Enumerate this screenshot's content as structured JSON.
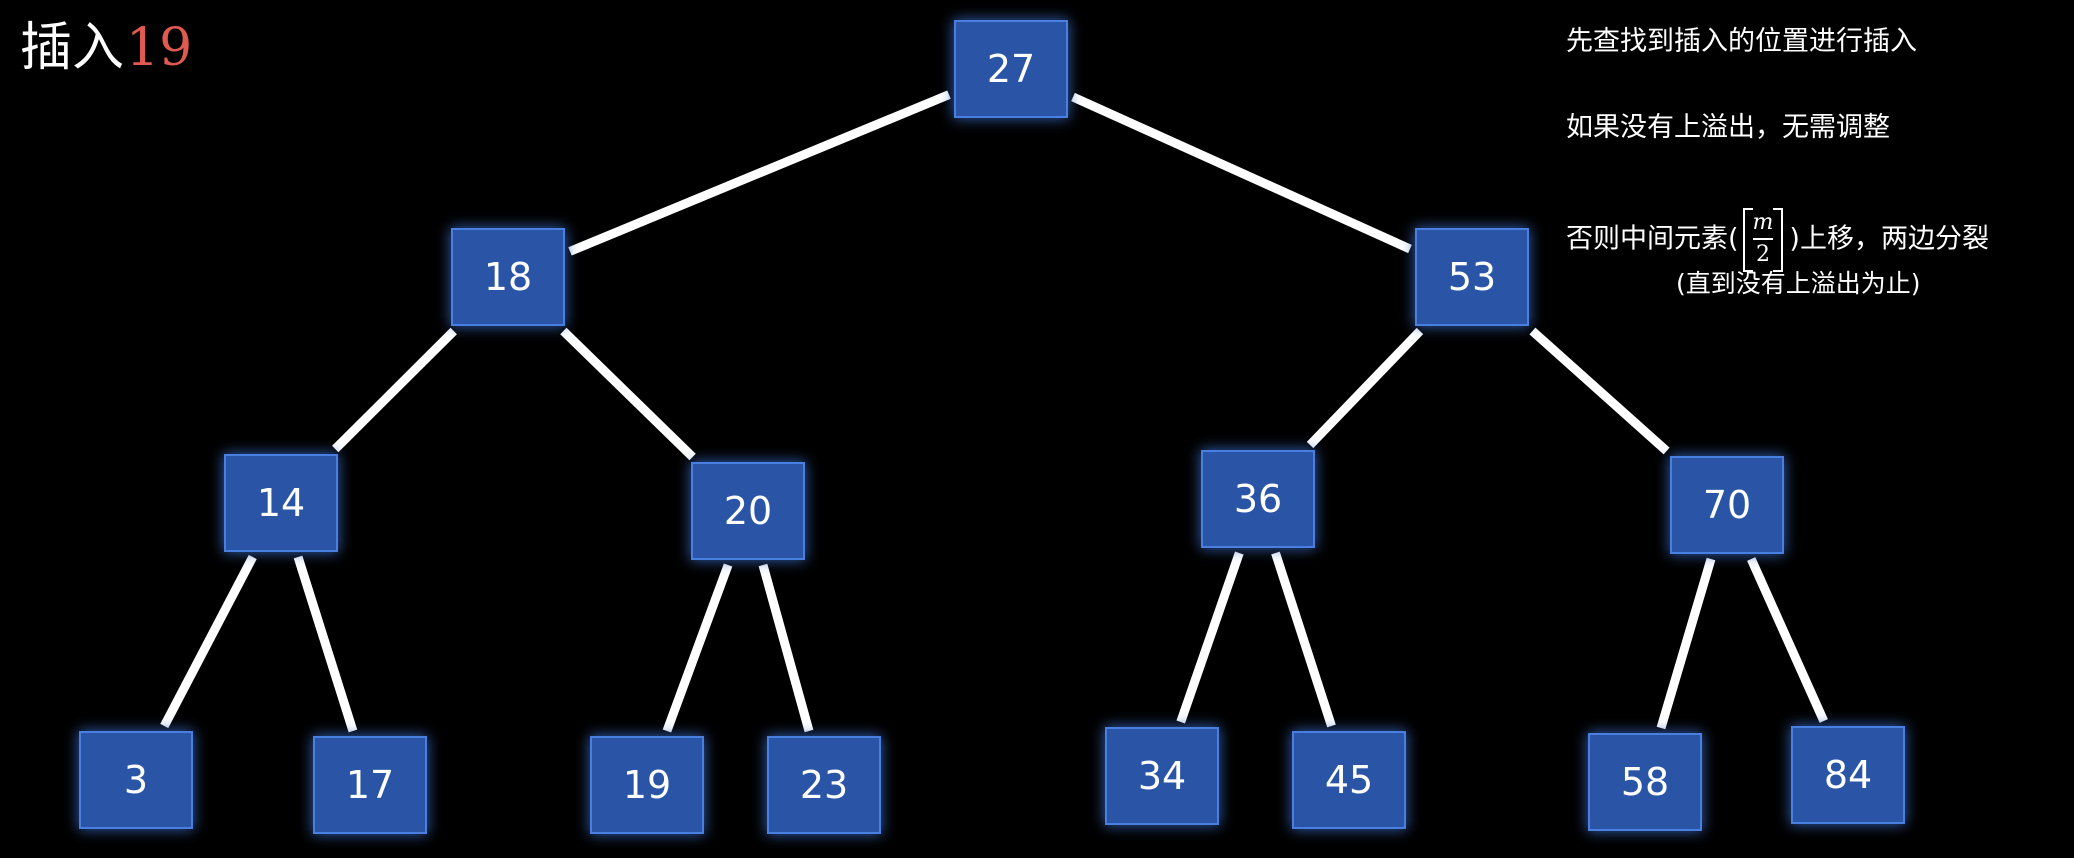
{
  "title": {
    "text": "插入",
    "value": "19"
  },
  "notes": {
    "line1": "先查找到插入的位置进行插入",
    "line2": "如果没有上溢出，无需调整",
    "line3_before": "否则中间元素(",
    "line3_frac_top": "m",
    "line3_frac_bottom": "2",
    "line3_after": ")上移，两边分裂",
    "line4": "(直到没有上溢出为止)"
  },
  "tree": {
    "nodes": [
      {
        "id": "n27",
        "label": "27"
      },
      {
        "id": "n18",
        "label": "18"
      },
      {
        "id": "n53",
        "label": "53"
      },
      {
        "id": "n14",
        "label": "14"
      },
      {
        "id": "n20",
        "label": "20"
      },
      {
        "id": "n36",
        "label": "36"
      },
      {
        "id": "n70",
        "label": "70"
      },
      {
        "id": "n3",
        "label": "3"
      },
      {
        "id": "n17",
        "label": "17"
      },
      {
        "id": "n19",
        "label": "19"
      },
      {
        "id": "n23",
        "label": "23"
      },
      {
        "id": "n34",
        "label": "34"
      },
      {
        "id": "n45",
        "label": "45"
      },
      {
        "id": "n58",
        "label": "58"
      },
      {
        "id": "n84",
        "label": "84"
      }
    ],
    "edges": [
      [
        "n27",
        "n18"
      ],
      [
        "n27",
        "n53"
      ],
      [
        "n18",
        "n14"
      ],
      [
        "n18",
        "n20"
      ],
      [
        "n53",
        "n36"
      ],
      [
        "n53",
        "n70"
      ],
      [
        "n14",
        "n3"
      ],
      [
        "n14",
        "n17"
      ],
      [
        "n20",
        "n19"
      ],
      [
        "n20",
        "n23"
      ],
      [
        "n36",
        "n34"
      ],
      [
        "n36",
        "n45"
      ],
      [
        "n70",
        "n58"
      ],
      [
        "n70",
        "n84"
      ]
    ],
    "node_color": "#2c55a6",
    "edge_color": "#ffffff"
  }
}
